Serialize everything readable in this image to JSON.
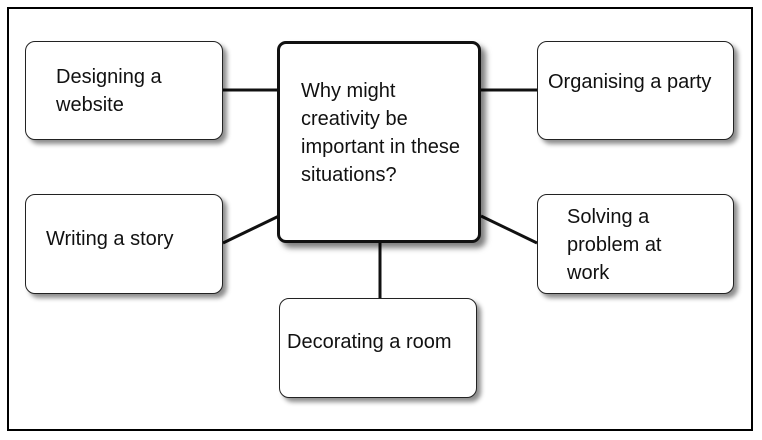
{
  "diagram": {
    "center": "Why might creativity be important in these situations?",
    "nodes": {
      "designing_website": "Designing a website",
      "organising_party": "Organising a party",
      "writing_story": "Writing a story",
      "solving_problem": "Solving a problem at work",
      "decorating_room": "Decorating a room"
    }
  }
}
